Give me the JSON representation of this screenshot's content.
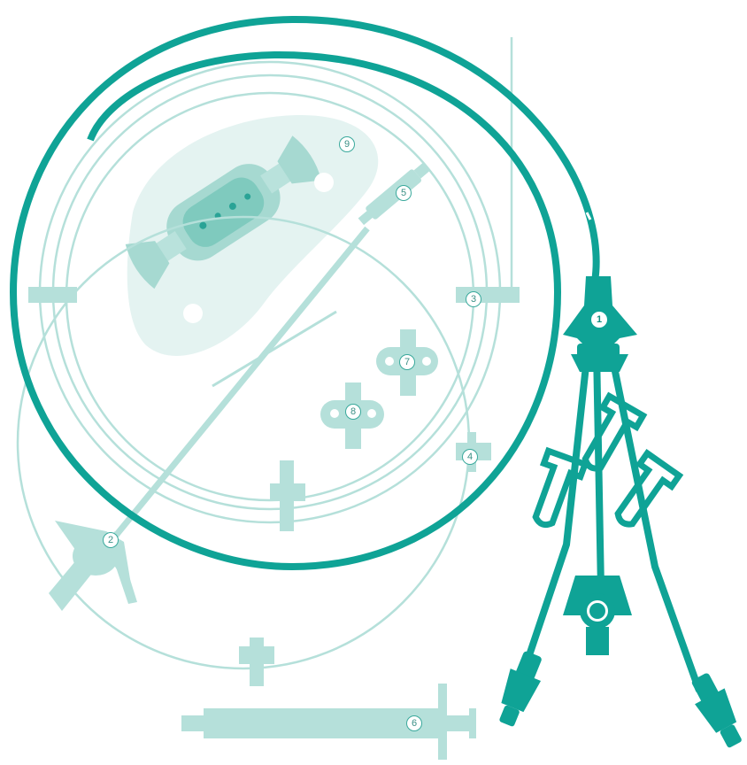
{
  "colors": {
    "primary": "#0fa396",
    "light": "#b5e0da",
    "lighter": "#d9efec",
    "outline": "#a8dcd5"
  },
  "labels": {
    "c1": "1",
    "c2": "2",
    "c3": "3",
    "c4": "4",
    "c5": "5",
    "c6": "6",
    "c7": "7",
    "c8": "8",
    "c9": "9"
  },
  "components": [
    {
      "label": "1",
      "icon": "catheter-hub-icon"
    },
    {
      "label": "2",
      "icon": "introducer-needle-icon"
    },
    {
      "label": "3",
      "icon": "guidewire-icon"
    },
    {
      "label": "4",
      "icon": "guidewire-coil-icon"
    },
    {
      "label": "5",
      "icon": "small-needle-icon"
    },
    {
      "label": "6",
      "icon": "syringe-icon"
    },
    {
      "label": "7",
      "icon": "fixation-clip-icon"
    },
    {
      "label": "8",
      "icon": "fixation-clip-icon"
    },
    {
      "label": "9",
      "icon": "dressing-icon"
    }
  ]
}
